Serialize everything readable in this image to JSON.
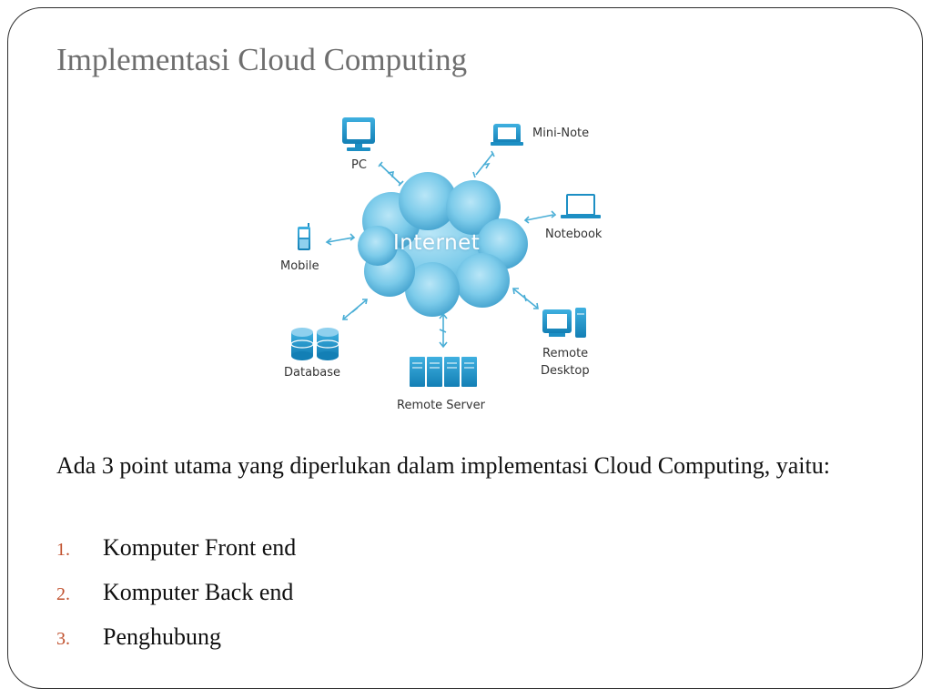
{
  "slide": {
    "title": "Implementasi Cloud Computing",
    "diagram": {
      "center_label": "Internet",
      "nodes": [
        {
          "id": "pc",
          "label": "PC",
          "icon": "pc-icon"
        },
        {
          "id": "mini-note",
          "label": "Mini-Note",
          "icon": "mini-note-icon"
        },
        {
          "id": "notebook",
          "label": "Notebook",
          "icon": "notebook-icon"
        },
        {
          "id": "mobile",
          "label": "Mobile",
          "icon": "mobile-icon"
        },
        {
          "id": "database",
          "label": "Database",
          "icon": "database-icon"
        },
        {
          "id": "remote-server",
          "label": "Remote Server",
          "icon": "server-icon"
        },
        {
          "id": "remote-desktop",
          "label_line1": "Remote",
          "label_line2": "Desktop",
          "icon": "remote-desktop-icon"
        }
      ],
      "colors": {
        "icon": "#1d8fc4",
        "cloud": "#6ec4e8",
        "arrow": "#4aaed6"
      }
    },
    "intro": "Ada 3 point utama yang diperlukan dalam implementasi Cloud Computing, yaitu:",
    "list": [
      {
        "number": "1.",
        "text": "Komputer Front end"
      },
      {
        "number": "2.",
        "text": "Komputer Back end"
      },
      {
        "number": "3.",
        "text": "Penghubung"
      }
    ]
  }
}
